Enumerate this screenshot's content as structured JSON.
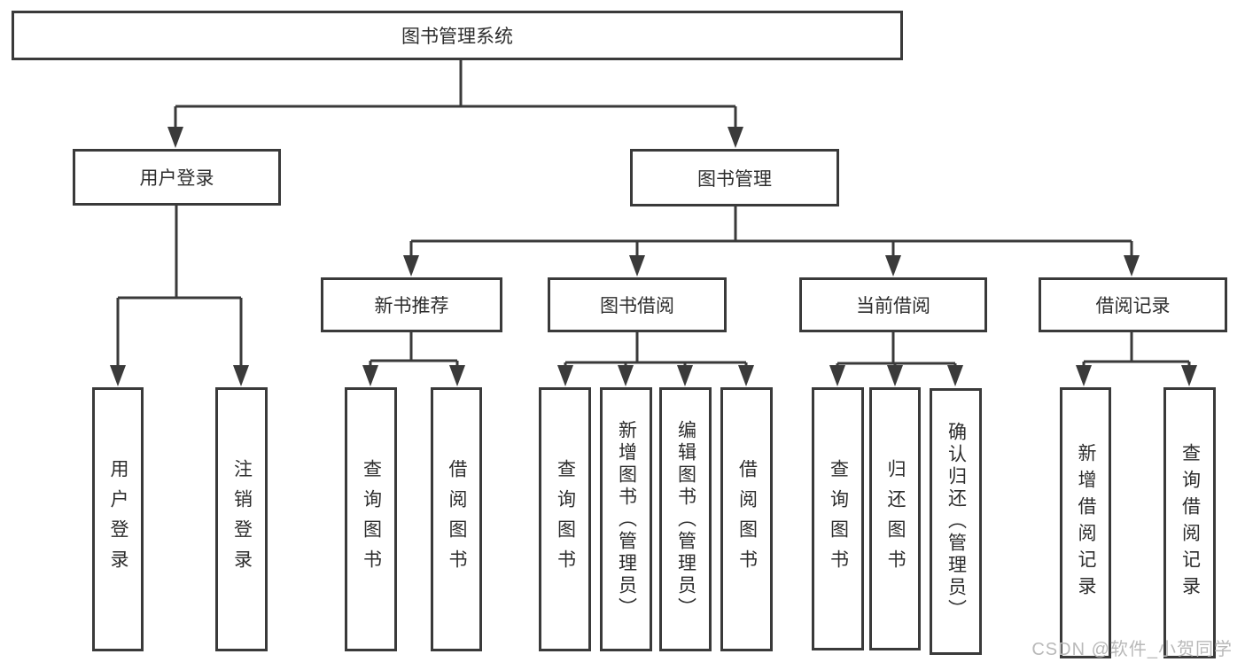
{
  "tree": {
    "label": "图书管理系统",
    "children": [
      {
        "label": "用户登录",
        "children": [
          {
            "label": "用户登录"
          },
          {
            "label": "注销登录"
          }
        ]
      },
      {
        "label": "图书管理",
        "children": [
          {
            "label": "新书推荐",
            "children": [
              {
                "label": "查询图书"
              },
              {
                "label": "借阅图书"
              }
            ]
          },
          {
            "label": "图书借阅",
            "children": [
              {
                "label": "查询图书"
              },
              {
                "label": "新增图书（管理员）"
              },
              {
                "label": "编辑图书（管理员）"
              },
              {
                "label": "借阅图书"
              }
            ]
          },
          {
            "label": "当前借阅",
            "children": [
              {
                "label": "查询图书"
              },
              {
                "label": "归还图书"
              },
              {
                "label": "确认归还（管理员）"
              }
            ]
          },
          {
            "label": "借阅记录",
            "children": [
              {
                "label": "新增借阅记录"
              },
              {
                "label": "查询借阅记录"
              }
            ]
          }
        ]
      }
    ]
  },
  "watermark": {
    "text": "CSDN @软件_小贺同学",
    "color": "#b9b9b9"
  },
  "colors": {
    "line": "#3a3a3a",
    "text": "#2d2d2d",
    "background": "#ffffff"
  }
}
